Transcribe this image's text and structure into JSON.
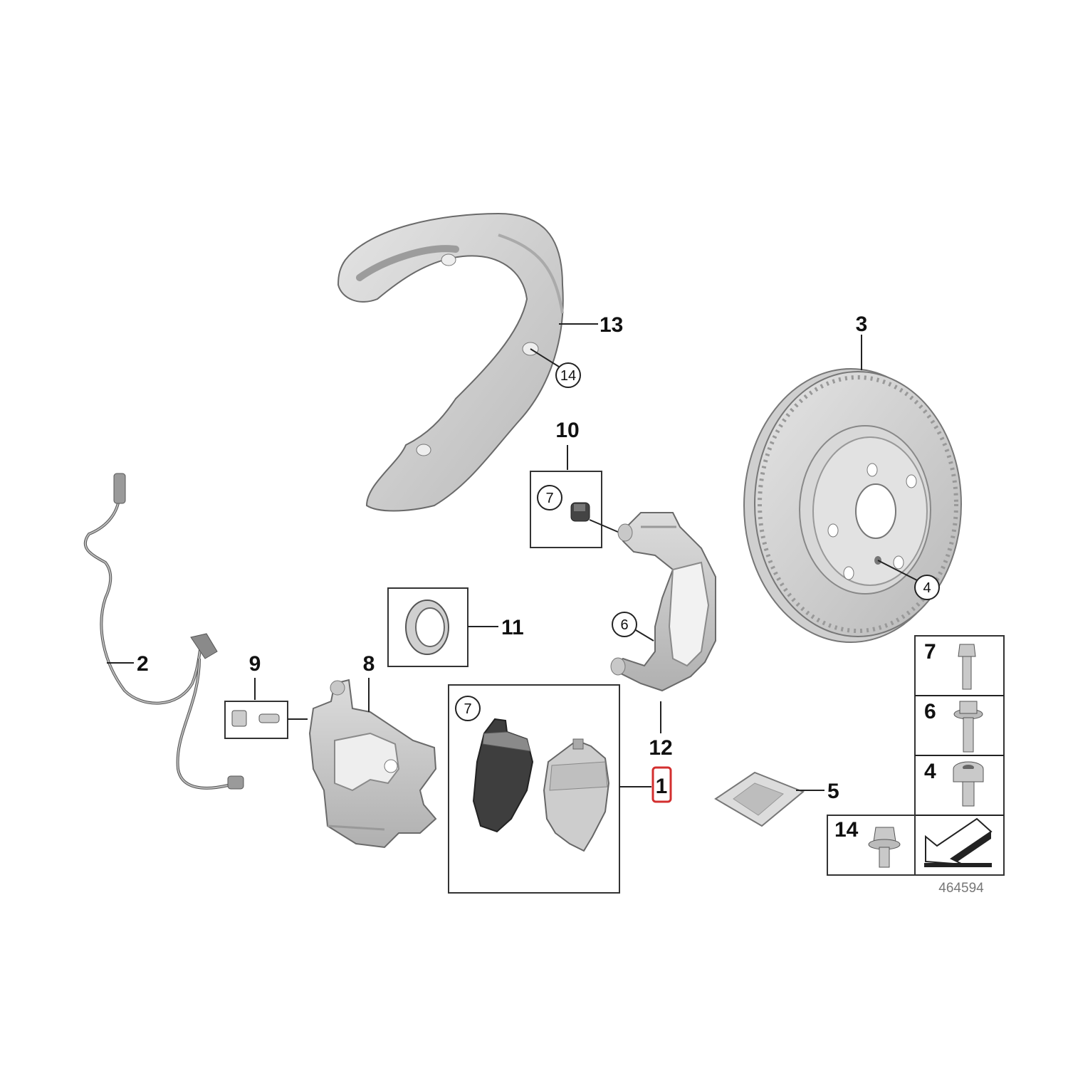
{
  "diagram_number": "464594",
  "highlighted_callout": "1",
  "parts": [
    {
      "key": "p13",
      "label": "13"
    },
    {
      "key": "p14",
      "label": "14"
    },
    {
      "key": "p3",
      "label": "3"
    },
    {
      "key": "p4",
      "label": "4"
    },
    {
      "key": "p10",
      "label": "10"
    },
    {
      "key": "p7a",
      "label": "7"
    },
    {
      "key": "p6",
      "label": "6"
    },
    {
      "key": "p11",
      "label": "11"
    },
    {
      "key": "p2",
      "label": "2"
    },
    {
      "key": "p9",
      "label": "9"
    },
    {
      "key": "p8",
      "label": "8"
    },
    {
      "key": "p7b",
      "label": "7"
    },
    {
      "key": "p12",
      "label": "12"
    },
    {
      "key": "p1",
      "label": "1"
    },
    {
      "key": "p5",
      "label": "5"
    }
  ],
  "fastener_table": [
    {
      "label": "7",
      "icon": "bolt-icon"
    },
    {
      "label": "6",
      "icon": "flange-bolt-icon"
    },
    {
      "label": "4",
      "icon": "hex-socket-bolt-icon"
    },
    {
      "label": "14",
      "icon": "collar-bolt-icon"
    }
  ],
  "colors": {
    "part_fill": "#d4d4d4",
    "part_shade": "#b8b8b8",
    "part_dark": "#555555",
    "highlight": "#d32f2f",
    "line": "#222222"
  }
}
